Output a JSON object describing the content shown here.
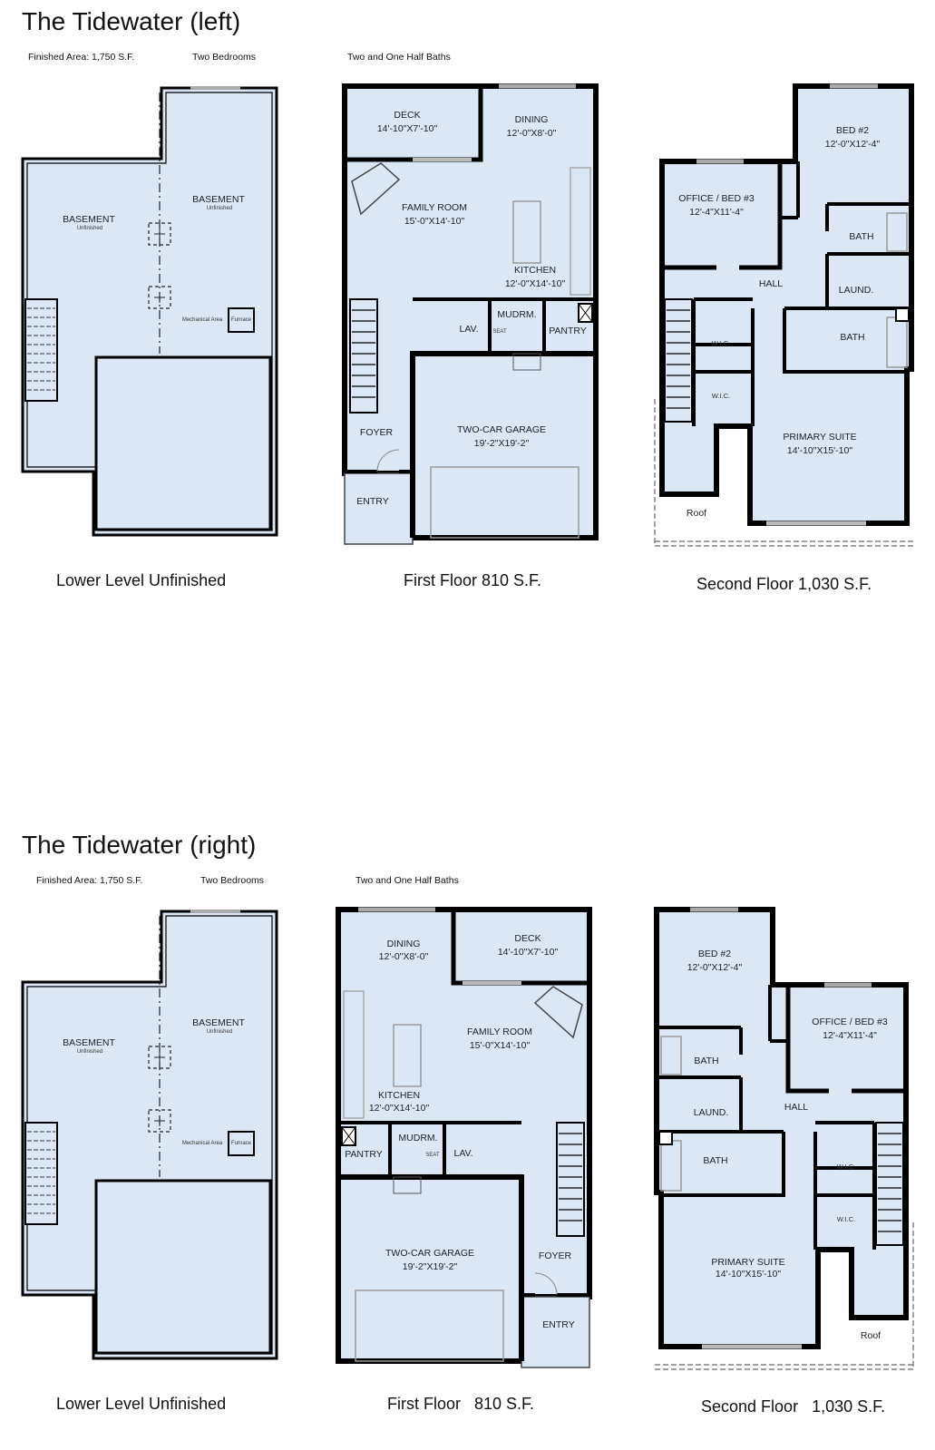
{
  "colors": {
    "room_fill": "#dce7f5",
    "wall": "#000000",
    "fixture": "#9a9a9a"
  },
  "left": {
    "title": "The Tidewater (left)",
    "finished_area": "Finished Area: 1,750 S.F.",
    "bedrooms": "Two Bedrooms",
    "baths": "Two and One Half Baths",
    "lower": {
      "caption": "Lower Level Unfinished",
      "basement1": "BASEMENT",
      "unfinished1": "Unfinished",
      "basement2": "BASEMENT",
      "unfinished2": "Unfinished",
      "mechanical": "Mechanical Area",
      "furnace": "Furnace"
    },
    "first": {
      "caption": "First Floor 810 S.F.",
      "deck": "DECK",
      "deck_dim": "14'-10\"X7'-10\"",
      "dining": "DINING",
      "dining_dim": "12'-0\"X8'-0\"",
      "family": "FAMILY ROOM",
      "family_dim": "15'-0\"X14'-10\"",
      "kitchen": "KITCHEN",
      "kitchen_dim": "12'-0\"X14'-10\"",
      "lav": "LAV.",
      "mudrm": "MUDRM.",
      "seat": "SEAT",
      "pantry": "PANTRY",
      "garage": "TWO-CAR GARAGE",
      "garage_dim": "19'-2\"X19'-2\"",
      "foyer": "FOYER",
      "entry": "ENTRY"
    },
    "second": {
      "caption": "Second Floor 1,030 S.F.",
      "bed2": "BED #2",
      "bed2_dim": "12'-0\"X12'-4\"",
      "office": "OFFICE / BED #3",
      "office_dim": "12'-4\"X11'-4\"",
      "bath1": "BATH",
      "hall": "HALL",
      "laund": "LAUND.",
      "bath2": "BATH",
      "wic1": "W.I.C.",
      "wic2": "W.I.C.",
      "primary": "PRIMARY SUITE",
      "primary_dim": "14'-10\"X15'-10\"",
      "roof": "Roof"
    }
  },
  "right": {
    "title": "The Tidewater (right)",
    "finished_area": "Finished Area: 1,750 S.F.",
    "bedrooms": "Two Bedrooms",
    "baths": "Two and One Half Baths",
    "lower": {
      "caption": "Lower Level Unfinished",
      "basement1": "BASEMENT",
      "unfinished1": "Unfinished",
      "basement2": "BASEMENT",
      "unfinished2": "Unfinished",
      "mechanical": "Mechanical Area",
      "furnace": "Furnace"
    },
    "first": {
      "caption": "First Floor   810 S.F.",
      "deck": "DECK",
      "deck_dim": "14'-10\"X7'-10\"",
      "dining": "DINING",
      "dining_dim": "12'-0\"X8'-0\"",
      "family": "FAMILY ROOM",
      "family_dim": "15'-0\"X14'-10\"",
      "kitchen": "KITCHEN",
      "kitchen_dim": "12'-0\"X14'-10\"",
      "lav": "LAV.",
      "mudrm": "MUDRM.",
      "seat": "SEAT",
      "pantry": "PANTRY",
      "garage": "TWO-CAR GARAGE",
      "garage_dim": "19'-2\"X19'-2\"",
      "foyer": "FOYER",
      "entry": "ENTRY"
    },
    "second": {
      "caption": "Second Floor   1,030 S.F.",
      "bed2": "BED #2",
      "bed2_dim": "12'-0\"X12'-4\"",
      "office": "OFFICE / BED #3",
      "office_dim": "12'-4\"X11'-4\"",
      "bath1": "BATH",
      "hall": "HALL",
      "laund": "LAUND.",
      "bath2": "BATH",
      "wic1": "W.I.C.",
      "wic2": "W.I.C.",
      "primary": "PRIMARY SUITE",
      "primary_dim": "14'-10\"X15'-10\"",
      "roof": "Roof"
    }
  }
}
